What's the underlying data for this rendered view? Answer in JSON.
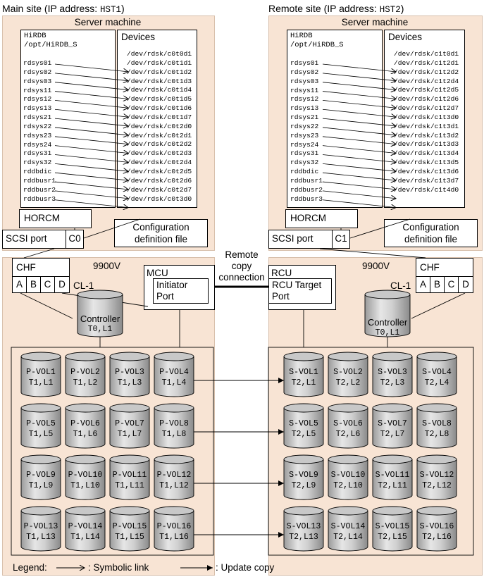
{
  "main_site": {
    "title_prefix": "Main site (IP address: ",
    "host": "HST1",
    "title_suffix": ")",
    "server_label": "Server machine",
    "hirdb_line1": "HiRDB",
    "hirdb_line2": "/opt/HiRDB_S",
    "devices_label": "Devices",
    "rdsys": [
      "rdsys01",
      "rdsys02",
      "rdsys03",
      "rdsys11",
      "rdsys12",
      "rdsys13",
      "rdsys21",
      "rdsys22",
      "rdsys23",
      "rdsys24",
      "rdsys31",
      "rdsys32",
      "rddbdic",
      "rddbusr1",
      "rddbusr2",
      "rddbusr3"
    ],
    "devices": [
      "/dev/rdsk/c0t0d1",
      "/dev/rdsk/c0t1d1",
      "/dev/rdsk/c0t1d2",
      "/dev/rdsk/c0t1d3",
      "/dev/rdsk/c0t1d4",
      "/dev/rdsk/c0t1d5",
      "/dev/rdsk/c0t1d6",
      "/dev/rdsk/c0t1d7",
      "/dev/rdsk/c0t2d0",
      "/dev/rdsk/c0t2d1",
      "/dev/rdsk/c0t2d2",
      "/dev/rdsk/c0t2d3",
      "/dev/rdsk/c0t2d4",
      "/dev/rdsk/c0t2d5",
      "/dev/rdsk/c0t2d6",
      "/dev/rdsk/c0t2d7",
      "/dev/rdsk/c0t3d0"
    ],
    "horcm": "HORCM",
    "scsi_port": "SCSI port",
    "port_id": "C0",
    "config_line1": "Configuration",
    "config_line2": "definition file",
    "storage_label": "9900V",
    "chf": "CHF",
    "chf_ports": [
      "A",
      "B",
      "C",
      "D"
    ],
    "cl": "CL-1",
    "controller_line1": "Controller",
    "controller_line2": "T0,L1",
    "unit_label": "MCU",
    "port_line1": "Initiator",
    "port_line2": "Port",
    "vols": [
      [
        "P-VOL1",
        "T1,L1"
      ],
      [
        "P-VOL2",
        "T1,L2"
      ],
      [
        "P-VOL3",
        "T1,L3"
      ],
      [
        "P-VOL4",
        "T1,L4"
      ],
      [
        "P-VOL5",
        "T1,L5"
      ],
      [
        "P-VOL6",
        "T1,L6"
      ],
      [
        "P-VOL7",
        "T1,L7"
      ],
      [
        "P-VOL8",
        "T1,L8"
      ],
      [
        "P-VOL9",
        "T1,L9"
      ],
      [
        "P-VOL10",
        "T1,L10"
      ],
      [
        "P-VOL11",
        "T1,L11"
      ],
      [
        "P-VOL12",
        "T1,L12"
      ],
      [
        "P-VOL13",
        "T1,L13"
      ],
      [
        "P-VOL14",
        "T1,L14"
      ],
      [
        "P-VOL15",
        "T1,L15"
      ],
      [
        "P-VOL16",
        "T1,L16"
      ]
    ]
  },
  "remote_site": {
    "title_prefix": "Remote site (IP address: ",
    "host": "HST2",
    "title_suffix": ")",
    "server_label": "Server machine",
    "hirdb_line1": "HiRDB",
    "hirdb_line2": "/opt/HiRDB_S",
    "devices_label": "Devices",
    "rdsys": [
      "rdsys01",
      "rdsys02",
      "rdsys03",
      "rdsys11",
      "rdsys12",
      "rdsys13",
      "rdsys21",
      "rdsys22",
      "rdsys23",
      "rdsys24",
      "rdsys31",
      "rdsys32",
      "rddbdic",
      "rddbusr1",
      "rddbusr2",
      "rddbusr3"
    ],
    "devices": [
      "/dev/rdsk/c1t0d1",
      "/dev/rdsk/c1t2d1",
      "/dev/rdsk/c1t2d2",
      "/dev/rdsk/c1t2d4",
      "/dev/rdsk/c1t2d5",
      "/dev/rdsk/c1t2d6",
      "/dev/rdsk/c1t2d7",
      "/dev/rdsk/c1t3d0",
      "/dev/rdsk/c1t3d1",
      "/dev/rdsk/c1t3d2",
      "/dev/rdsk/c1t3d3",
      "/dev/rdsk/c1t3d4",
      "/dev/rdsk/c1t3d5",
      "/dev/rdsk/c1t3d6",
      "/dev/rdsk/c1t3d7",
      "/dev/rdsk/c1t4d0"
    ],
    "horcm": "HORCM",
    "scsi_port": "SCSI port",
    "port_id": "C1",
    "config_line1": "Configuration",
    "config_line2": "definition file",
    "storage_label": "9900V",
    "chf": "CHF",
    "chf_ports": [
      "A",
      "B",
      "C",
      "D"
    ],
    "cl": "CL-1",
    "controller_line1": "Controller",
    "controller_line2": "T0,L1",
    "unit_label": "RCU",
    "port_line1": "RCU Target",
    "port_line2": "Port",
    "vols": [
      [
        "S-VOL1",
        "T2,L1"
      ],
      [
        "S-VOL2",
        "T2,L2"
      ],
      [
        "S-VOL3",
        "T2,L3"
      ],
      [
        "S-VOL4",
        "T2,L4"
      ],
      [
        "S-VOL5",
        "T2,L5"
      ],
      [
        "S-VOL6",
        "T2,L6"
      ],
      [
        "S-VOL7",
        "T2,L7"
      ],
      [
        "S-VOL8",
        "T2,L8"
      ],
      [
        "S-VOL9",
        "T2,L9"
      ],
      [
        "S-VOL10",
        "T2,L10"
      ],
      [
        "S-VOL11",
        "T2,L11"
      ],
      [
        "S-VOL12",
        "T2,L12"
      ],
      [
        "S-VOL13",
        "T2,L13"
      ],
      [
        "S-VOL14",
        "T2,L14"
      ],
      [
        "S-VOL15",
        "T2,L15"
      ],
      [
        "S-VOL16",
        "T2,L16"
      ]
    ]
  },
  "remote_copy": {
    "line1": "Remote",
    "line2": "copy",
    "line3": "connection"
  },
  "legend": {
    "label": "Legend:",
    "symbolic": ": Symbolic link",
    "update": ": Update copy"
  }
}
